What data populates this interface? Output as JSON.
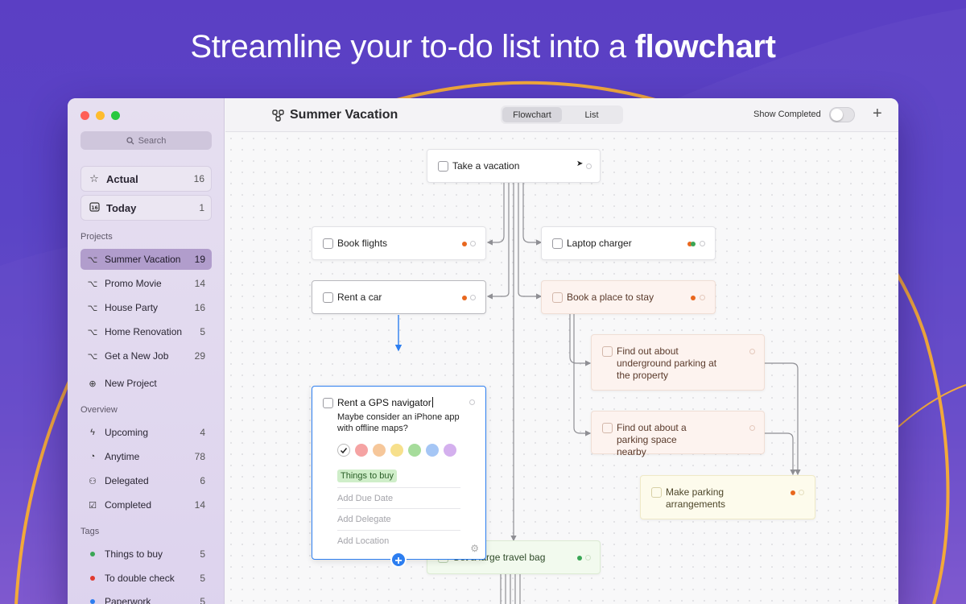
{
  "headline": {
    "prefix": "Streamline your to-do list into a ",
    "bold": "flowchart"
  },
  "sidebar": {
    "search_placeholder": "Search",
    "top_items": [
      {
        "label": "Actual",
        "count": "16",
        "icon": "star-icon"
      },
      {
        "label": "Today",
        "count": "1",
        "icon": "calendar-icon"
      }
    ],
    "projects_label": "Projects",
    "projects": [
      {
        "label": "Summer Vacation",
        "count": "19",
        "active": true
      },
      {
        "label": "Promo Movie",
        "count": "14"
      },
      {
        "label": "House Party",
        "count": "16"
      },
      {
        "label": "Home Renovation",
        "count": "5"
      },
      {
        "label": "Get a New Job",
        "count": "29"
      }
    ],
    "new_project": "New Project",
    "overview_label": "Overview",
    "overview": [
      {
        "label": "Upcoming",
        "count": "4",
        "icon": "bolt-icon"
      },
      {
        "label": "Anytime",
        "count": "78",
        "icon": "clock-icon"
      },
      {
        "label": "Delegated",
        "count": "6",
        "icon": "people-icon"
      },
      {
        "label": "Completed",
        "count": "14",
        "icon": "check-square-icon"
      }
    ],
    "tags_label": "Tags",
    "tags": [
      {
        "label": "Things to buy",
        "count": "5",
        "color": "#3aa655"
      },
      {
        "label": "To double check",
        "count": "5",
        "color": "#e03a2f"
      },
      {
        "label": "Paperwork",
        "count": "5",
        "color": "#2d7ef0"
      }
    ]
  },
  "toolbar": {
    "project_title": "Summer Vacation",
    "view_tabs": [
      "Flowchart",
      "List"
    ],
    "active_view": "Flowchart",
    "show_completed": "Show Completed",
    "show_completed_on": false
  },
  "tasks": {
    "root": "Take a vacation",
    "book_flights": "Book flights",
    "rent_car": "Rent a car",
    "laptop_charger": "Laptop charger",
    "book_place": "Book a place to stay",
    "find_underground": "Find out about underground parking at the property",
    "find_parking": "Find out about a parking space nearby",
    "make_parking": "Make parking arrangements",
    "travel_bag": "Get a large travel bag"
  },
  "editor": {
    "title": "Rent a GPS navigator",
    "note": "Maybe consider an iPhone app with offline maps?",
    "tag": "Things to buy",
    "due_placeholder": "Add Due Date",
    "delegate_placeholder": "Add Delegate",
    "location_placeholder": "Add Location",
    "colors": [
      "#f5a3a3",
      "#f6c79a",
      "#f7e08c",
      "#a6dc9b",
      "#a5c6f5",
      "#d4b0ee"
    ]
  },
  "colors": {
    "accent": "#2d7ef0",
    "orange": "#e8671e",
    "green": "#3aa655"
  }
}
